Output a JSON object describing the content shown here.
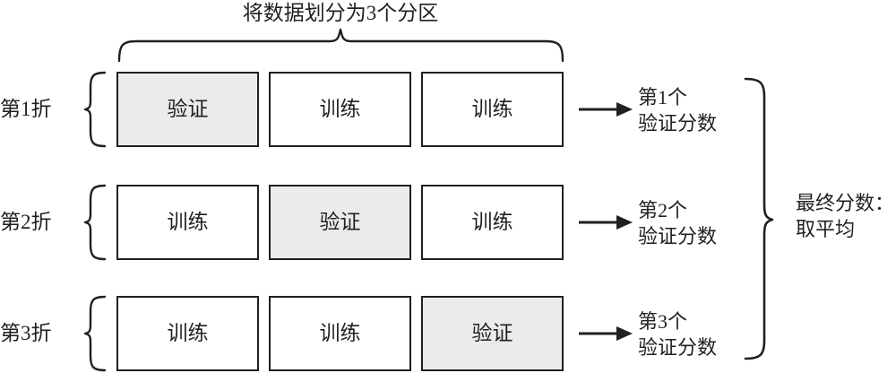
{
  "diagram": {
    "title": "将数据划分为3个分区",
    "labels": {
      "train": "训练",
      "validation": "验证"
    },
    "folds": [
      {
        "name": "第1折",
        "cells": [
          "验证",
          "训练",
          "训练"
        ],
        "validation_index": 0,
        "score_line1": "第1个",
        "score_line2": "验证分数"
      },
      {
        "name": "第2折",
        "cells": [
          "训练",
          "验证",
          "训练"
        ],
        "validation_index": 1,
        "score_line1": "第2个",
        "score_line2": "验证分数"
      },
      {
        "name": "第3折",
        "cells": [
          "训练",
          "训练",
          "验证"
        ],
        "validation_index": 2,
        "score_line1": "第3个",
        "score_line2": "验证分数"
      }
    ],
    "final": {
      "line1": "最终分数：",
      "line2": "取平均"
    },
    "colors": {
      "ink": "#231f20",
      "shaded_fill": "#ebebeb",
      "background": "#ffffff"
    }
  }
}
